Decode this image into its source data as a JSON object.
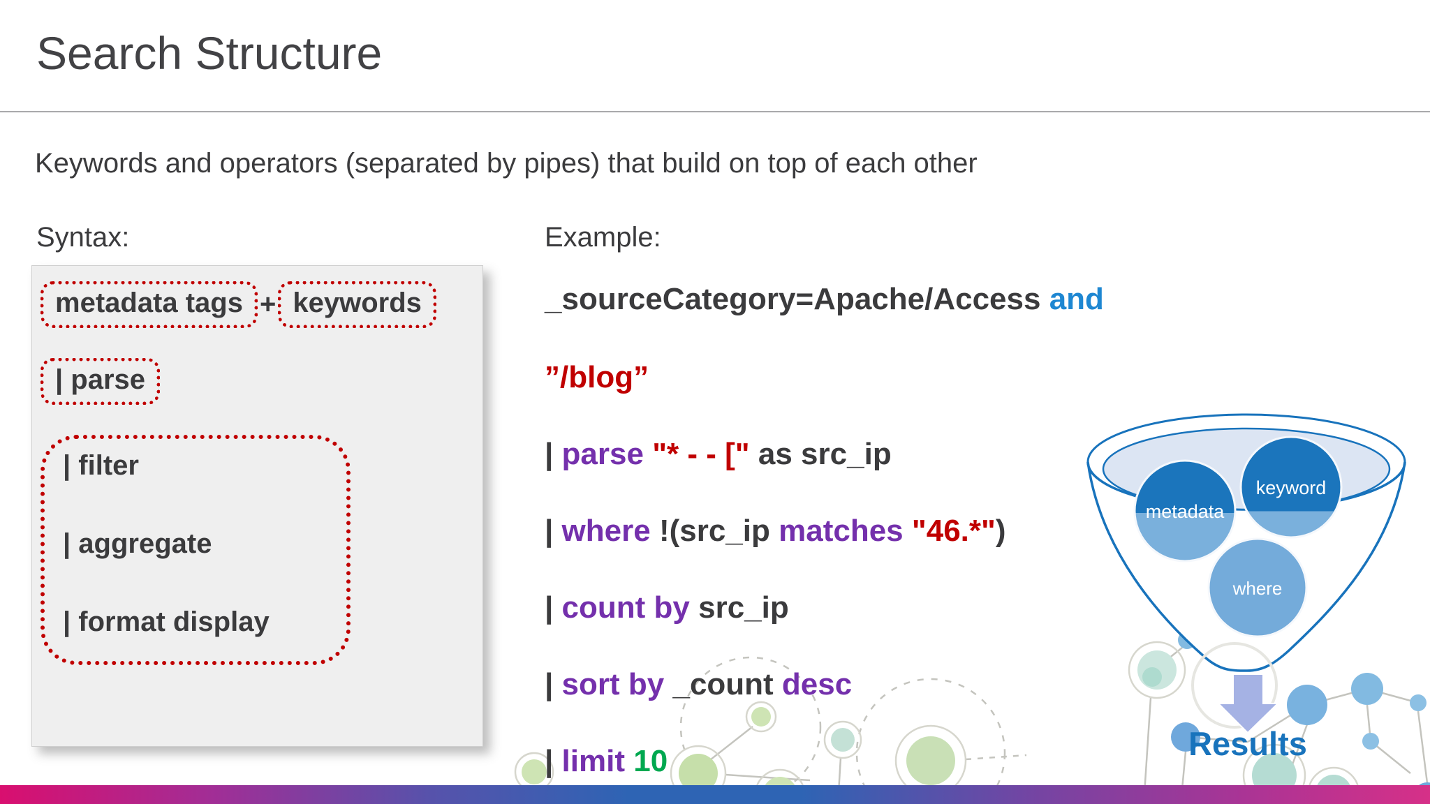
{
  "slide": {
    "title": "Search Structure",
    "subtitle": "Keywords and operators (separated by pipes) that build on top of each other"
  },
  "syntax": {
    "heading": "Syntax:",
    "metadata_box": "metadata tags",
    "plus": "+",
    "keywords_box": "keywords",
    "parse_box": "| parse",
    "group": [
      "| filter",
      "| aggregate",
      "| format display"
    ]
  },
  "example": {
    "heading": "Example:",
    "lines": [
      {
        "segments": [
          {
            "text": "_sourceCategory=Apache/Access ",
            "color": "dark"
          },
          {
            "text": "and",
            "color": "blue"
          }
        ]
      },
      {
        "segments": [
          {
            "text": "”/blog”",
            "color": "red"
          }
        ]
      },
      {
        "segments": [
          {
            "text": "| ",
            "color": "dark"
          },
          {
            "text": "parse ",
            "color": "purple"
          },
          {
            "text": "\"* - - [\" ",
            "color": "red"
          },
          {
            "text": "as src_ip",
            "color": "dark"
          }
        ]
      },
      {
        "segments": [
          {
            "text": "| ",
            "color": "dark"
          },
          {
            "text": "where ",
            "color": "purple"
          },
          {
            "text": "!(src_ip ",
            "color": "dark"
          },
          {
            "text": "matches ",
            "color": "purple"
          },
          {
            "text": "\"46.*\"",
            "color": "red"
          },
          {
            "text": ")",
            "color": "dark"
          }
        ]
      },
      {
        "segments": [
          {
            "text": "| ",
            "color": "dark"
          },
          {
            "text": "count by ",
            "color": "purple"
          },
          {
            "text": "src_ip",
            "color": "dark"
          }
        ]
      },
      {
        "segments": [
          {
            "text": "| ",
            "color": "dark"
          },
          {
            "text": "sort by ",
            "color": "purple"
          },
          {
            "text": "_count ",
            "color": "dark"
          },
          {
            "text": "desc",
            "color": "purple"
          }
        ]
      },
      {
        "segments": [
          {
            "text": "| ",
            "color": "dark"
          },
          {
            "text": "limit ",
            "color": "purple"
          },
          {
            "text": "10",
            "color": "green"
          }
        ]
      }
    ]
  },
  "funnel": {
    "labels": [
      "metadata",
      "keyword",
      "where"
    ],
    "result_label": "Results"
  },
  "colors": {
    "dark_text": "#3B3B3D",
    "operator_purple": "#7430AC",
    "string_red": "#C00000",
    "keyword_blue": "#1E87D2",
    "number_green": "#00A850",
    "funnel_blue": "#1873BC",
    "funnel_light_blue": "#74ABDA",
    "liquid_fill": "#DCE5F3",
    "dotted_border_red": "#C00000",
    "footer_gradient": [
      "#D90F6F",
      "#2E64B4",
      "#D63088"
    ]
  }
}
